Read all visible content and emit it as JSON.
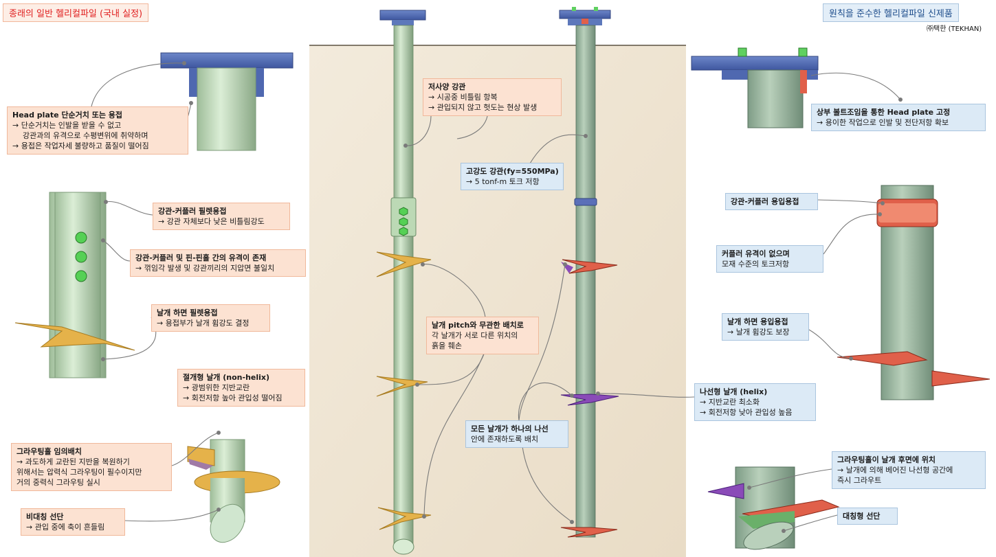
{
  "header_left": "종래의 일반 헬리컬파일 (국내 실정)",
  "header_right": "원칙을 준수한 헬리컬파일 신제품",
  "brand": "㈜택한 (TEKHAN)",
  "captions": {
    "head_plate_old": {
      "title": "Head plate 단순거치 또는 용접",
      "lines": [
        "→ 단순거치는 인발을 받을 수 없고",
        "강관과의 유격으로 수평변위에 취약하며",
        "→ 용접은 작업자세 불량하고 품질이 떨어짐"
      ]
    },
    "coupler_fillet": {
      "title": "강관-커플러 필렛용접",
      "lines": [
        "→ 강관 자체보다 낮은 비틀림강도"
      ]
    },
    "coupler_pin": {
      "title": "강관-커플러 및 핀-핀홀 간의 유격이 존재",
      "lines": [
        "→ 꺾임각 발생 및 강관끼리의 지압면 불일치"
      ]
    },
    "blade_fillet": {
      "title": "날개 하면 필렛용접",
      "lines": [
        "→ 용접부가 날개 휨강도 결정"
      ]
    },
    "grout_old": {
      "title": "그라우팅홀 임의배치",
      "lines": [
        "→ 과도하게 교란된 지반을 복원하기",
        "위해서는 압력식 그라우팅이 필수이지만",
        "거의 중력식 그라우팅 실시"
      ]
    },
    "asym_tip": {
      "title": "비대칭 선단",
      "lines": [
        "→ 관입 중에 축이 흔들림"
      ]
    },
    "low_spec_pipe": {
      "title": "저사양 강관",
      "lines": [
        "→ 시공중 비틀림 항복",
        "→ 관입되지 않고 헛도는 현상 발생"
      ]
    },
    "high_str_pipe": {
      "title": "고강도 강관(fy=550MPa)",
      "lines": [
        "→ 5 tonf-m 토크 저항"
      ]
    },
    "pitch": {
      "title": "날개 pitch와 무관한 배치로",
      "lines": [
        "각 날개가 서로 다른 위치의",
        "흙을 훼손"
      ]
    },
    "non_helix": {
      "title": "절개형 날개 (non-helix)",
      "lines": [
        "→ 광범위한 지반교란",
        "→ 회전저항 높아 관입성 떨어짐"
      ]
    },
    "one_spiral": {
      "title": "모든 날개가 하나의 나선",
      "lines": [
        "안에 존재하도록 배치"
      ]
    },
    "helix": {
      "title": "나선형 날개 (helix)",
      "lines": [
        "→ 지반교란 최소화",
        "→ 회전저항 낮아 관입성 높음"
      ]
    },
    "head_plate_new": {
      "title": "상부 볼트조임을 통한 Head plate 고정",
      "lines": [
        "→ 용이한 작업으로 인발 및 전단저항 확보"
      ]
    },
    "coupler_butt": {
      "title": "강관-커플러 용입용접",
      "lines": []
    },
    "no_gap": {
      "title": "커플러 유격이 없으며",
      "lines": [
        "모재 수준의 토크저항"
      ]
    },
    "blade_butt": {
      "title": "날개 하면 용입용접",
      "lines": [
        "→ 날개 휨강도 보장"
      ]
    },
    "grout_new": {
      "title": "그라우팅홀이 날개 후면에 위치",
      "lines": [
        "→ 날개에 의해 베어진 나선형 공간에",
        "즉시 그라우트"
      ]
    },
    "sym_tip": {
      "title": "대칭형 선단",
      "lines": []
    }
  },
  "colors": {
    "old_title": "#e02020",
    "new_title": "#1f4e8c",
    "peach_box": "#fce2d2",
    "blue_box": "#dceaf6",
    "soil": "#efe5d3",
    "pipe": "#b9d4b3",
    "head_plate": "#5a72b8",
    "blade_old": "#e5b24a",
    "blade_new": "#e0604a",
    "blade_helix": "#8a4bb8",
    "grout_hole": "#4ad04a"
  }
}
